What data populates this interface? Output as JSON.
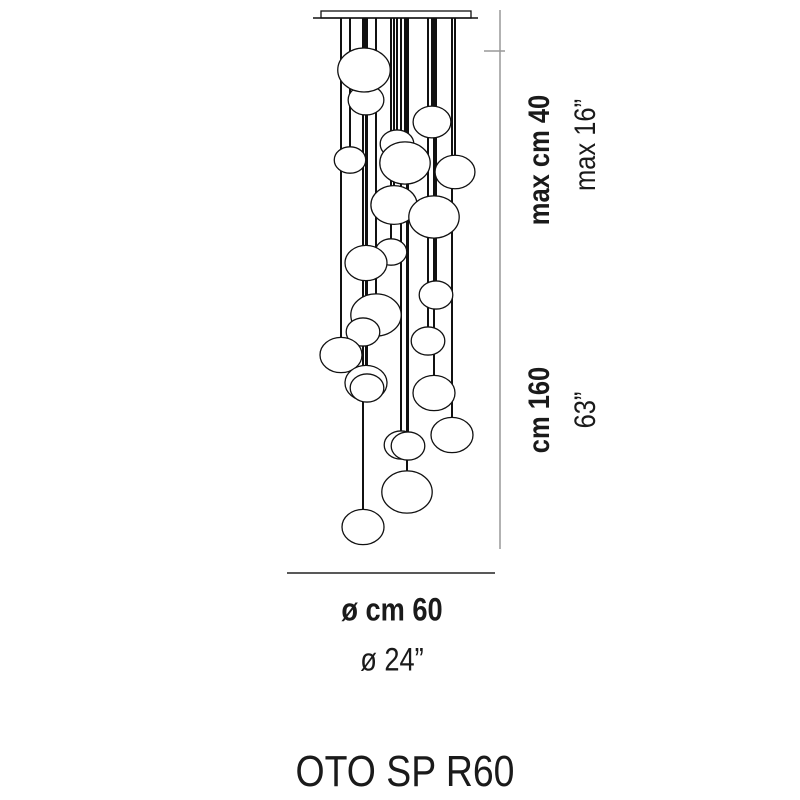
{
  "product_name": "OTO SP R60",
  "dimensions": {
    "ceiling_max_metric": "max cm 40",
    "ceiling_max_imperial": "max 16”",
    "drop_metric": "cm 160",
    "drop_imperial": "63”",
    "diameter_metric": "ø cm 60",
    "diameter_imperial": "ø 24”"
  }
}
